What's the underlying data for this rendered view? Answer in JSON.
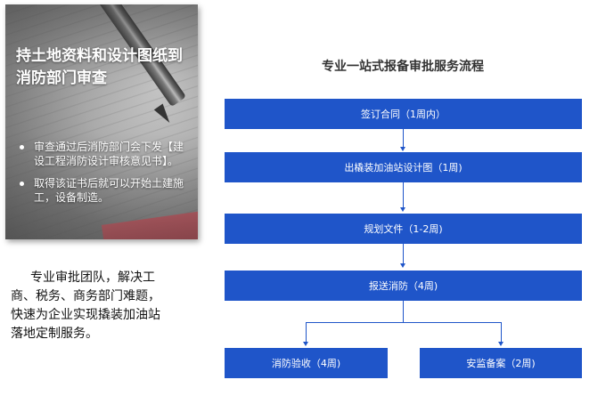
{
  "card": {
    "title": "持土地资料和设计图纸到消防部门审查",
    "bullets": [
      "审查通过后消防部门会下发【建设工程消防设计审核意见书】。",
      "取得该证书后就可以开始土建施工，设备制造。"
    ]
  },
  "note": "专业审批团队，解决工商、税务、商务部门难题，快速为企业实现撬装加油站落地定制服务。",
  "flow": {
    "title": "专业一站式报备审批服务流程",
    "steps": [
      "签订合同（1周内）",
      "出橇装加油站设计图（1周)",
      "规划文件（1-2周)",
      "报送消防（4周)"
    ],
    "branches": [
      "消防验收（4周)",
      "安监备案（2周)"
    ],
    "accent_color": "#1f55c9"
  }
}
